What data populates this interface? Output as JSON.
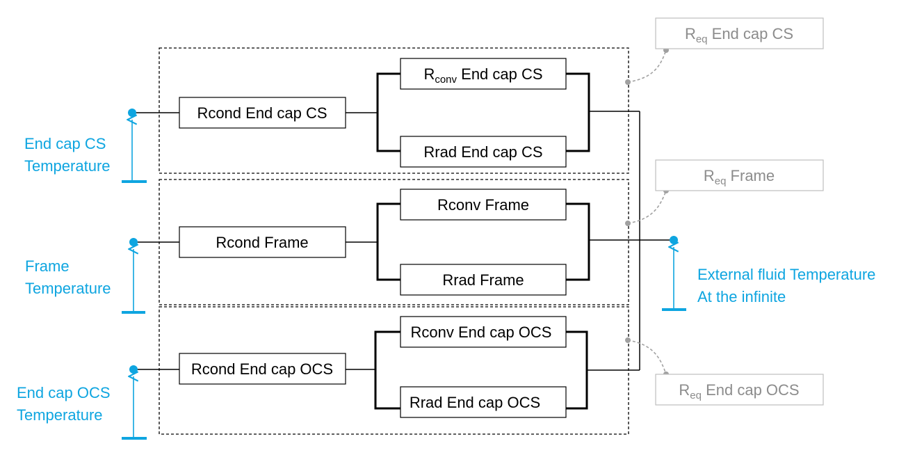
{
  "colors": {
    "line": "#000000",
    "accent": "#0ea5e0",
    "muted": "#a0a0a0",
    "muted_text": "#8c8c8c"
  },
  "groups": [
    {
      "cond_label": "Rcond End cap CS",
      "conv": {
        "main": "R",
        "sub": "conv",
        "rest": " End cap CS"
      },
      "rad_label": "Rrad End cap CS",
      "req": {
        "main": "R",
        "sub": "eq",
        "rest": " End cap CS"
      },
      "temp": {
        "line1": "End cap CS",
        "line2": "Temperature"
      }
    },
    {
      "cond_label": "Rcond Frame",
      "conv": {
        "main": "Rconv Frame",
        "sub": "",
        "rest": ""
      },
      "rad_label": "Rrad Frame",
      "req": {
        "main": "R",
        "sub": "eq",
        "rest": " Frame"
      },
      "temp": {
        "line1": "Frame",
        "line2": "Temperature"
      }
    },
    {
      "cond_label": "Rcond End cap OCS",
      "conv": {
        "main": "Rconv End cap OCS",
        "sub": "",
        "rest": ""
      },
      "rad_label": "Rrad End cap OCS",
      "req": {
        "main": "R",
        "sub": "eq",
        "rest": " End cap OCS"
      },
      "temp": {
        "line1": "End cap OCS",
        "line2": "Temperature"
      }
    }
  ],
  "external": {
    "line1": "External fluid Temperature",
    "line2": "At the infinite"
  }
}
